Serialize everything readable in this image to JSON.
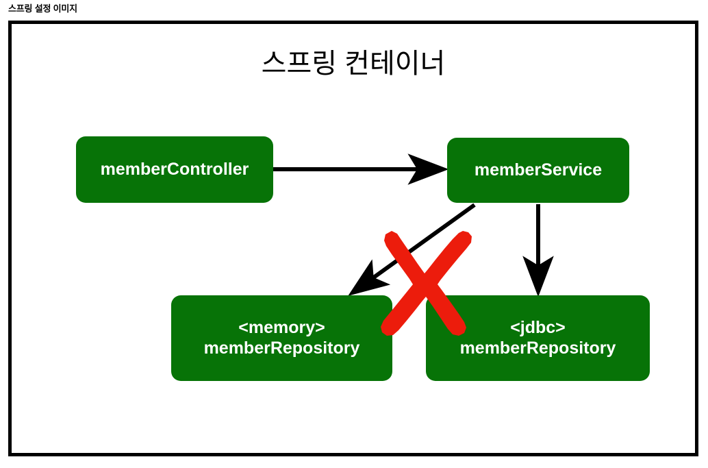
{
  "caption": "스프링 설정 이미지",
  "container": {
    "title": "스프링 컨테이너",
    "border_color": "#000000",
    "background": "#ffffff"
  },
  "theme": {
    "bean_green": "#077307",
    "bean_text": "#ffffff",
    "arrow_black": "#000000",
    "x_mark_red": "#ec1c0c"
  },
  "nodes": [
    {
      "id": "memberController",
      "label": "memberController",
      "color": "#077307"
    },
    {
      "id": "memberService",
      "label": "memberService",
      "color": "#077307"
    },
    {
      "id": "memoryMemberRepository",
      "label": "<memory>\nmemberRepository",
      "color": "#077307"
    },
    {
      "id": "jdbcMemberRepository",
      "label": "<jdbc>\nmemberRepository",
      "color": "#077307"
    }
  ],
  "edges": [
    {
      "id": "controller-to-service",
      "from": "memberController",
      "to": "memberService",
      "style": "solid-arrow",
      "crossed_out": false
    },
    {
      "id": "service-to-memory-repository",
      "from": "memberService",
      "to": "memoryMemberRepository",
      "style": "solid-arrow",
      "crossed_out": true
    },
    {
      "id": "service-to-jdbc-repository",
      "from": "memberService",
      "to": "jdbcMemberRepository",
      "style": "solid-arrow",
      "crossed_out": false
    }
  ],
  "annotations": [
    {
      "id": "x-mark",
      "type": "cross-out",
      "target_edge": "service-to-memory-repository",
      "color": "#ec1c0c"
    }
  ]
}
